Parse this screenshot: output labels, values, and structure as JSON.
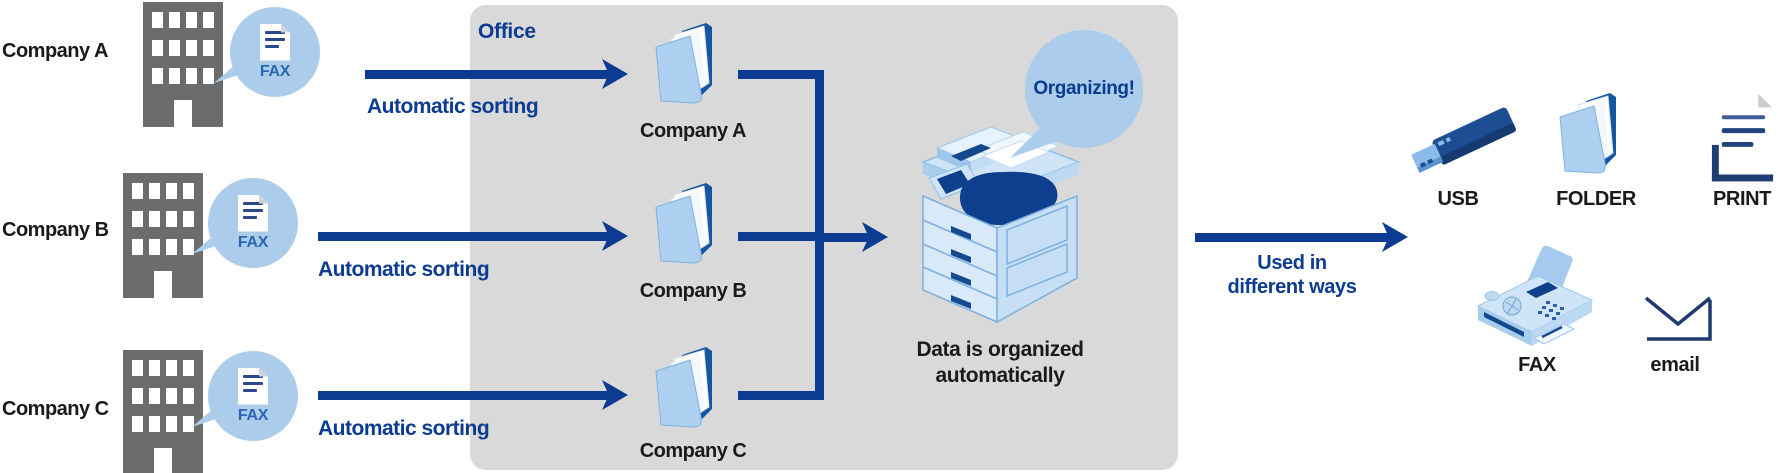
{
  "colors": {
    "primary_blue": "#0c3b92",
    "icon_navy": "#1e3d73",
    "bubble_blue": "#abcdeb",
    "office_box_gray": "#d9d9d9",
    "building_gray": "#6c6c6c",
    "fax_text_blue": "#2a67b2"
  },
  "sources": [
    {
      "label": "Company A",
      "bubble_text": "FAX",
      "arrow_label": "Automatic sorting"
    },
    {
      "label": "Company B",
      "bubble_text": "FAX",
      "arrow_label": "Automatic sorting"
    },
    {
      "label": "Company C",
      "bubble_text": "FAX",
      "arrow_label": "Automatic sorting"
    }
  ],
  "office": {
    "title": "Office",
    "folders": [
      {
        "label": "Company A"
      },
      {
        "label": "Company B"
      },
      {
        "label": "Company C"
      }
    ],
    "bubble_text": "Organizing!",
    "caption_lines": [
      "Data is organized",
      "automatically"
    ]
  },
  "output": {
    "arrow_label_lines": [
      "Used in",
      "different ways"
    ],
    "items": [
      {
        "label": "USB",
        "icon": "usb-drive-icon"
      },
      {
        "label": "FOLDER",
        "icon": "folder-icon"
      },
      {
        "label": "PRINT",
        "icon": "print-document-icon"
      },
      {
        "label": "FAX",
        "icon": "fax-machine-icon"
      },
      {
        "label": "email",
        "icon": "email-envelope-icon"
      }
    ]
  }
}
